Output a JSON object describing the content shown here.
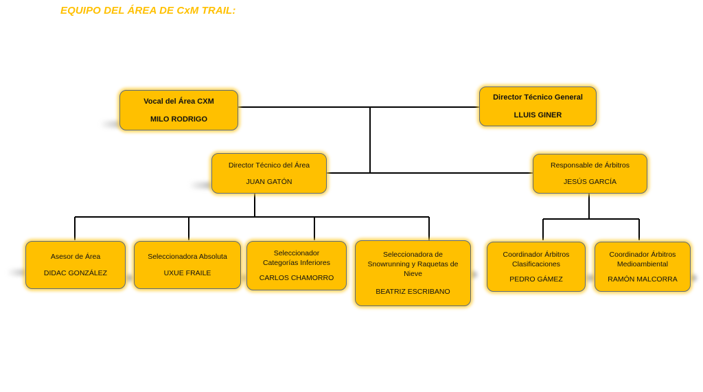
{
  "title": "EQUIPO DEL ÁREA DE CxM TRAIL:",
  "colors": {
    "title": "#ffc000",
    "node_fill": "#ffc000",
    "node_border": "#5a6a7f",
    "connector": "#000000"
  },
  "nodes": {
    "vocal": {
      "role": "Vocal del Área CXM",
      "name": "MILO RODRIGO"
    },
    "director_general": {
      "role": "Director Técnico General",
      "name": "LLUIS GINER"
    },
    "director_area": {
      "role": "Director Técnico del Área",
      "name": "JUAN GATÓN"
    },
    "responsable_arbitros": {
      "role": "Responsable de Árbitros",
      "name": "JESÚS GARCÍA"
    },
    "asesor": {
      "role": "Asesor de Área",
      "name": "DIDAC GONZÁLEZ"
    },
    "sel_absoluta": {
      "role": "Seleccionadora Absoluta",
      "name": "UXUE FRAILE"
    },
    "sel_inferiores": {
      "role": "Seleccionador Categorías Inferiores",
      "name": "CARLOS CHAMORRO"
    },
    "sel_snow": {
      "role": "Seleccionadora de Snowrunning y Raquetas de Nieve",
      "name": "BEATRIZ ESCRIBANO"
    },
    "coord_clasif": {
      "role": "Coordinador Árbitros Clasificaciones",
      "name": "PEDRO GÁMEZ"
    },
    "coord_medio": {
      "role": "Coordinador Árbitros Medioambiental",
      "name": "RAMÓN MALCORRA"
    }
  },
  "hierarchy": [
    {
      "from": "vocal",
      "to": "director_general"
    },
    {
      "from": "vocal",
      "to": "director_area"
    },
    {
      "from": "vocal",
      "to": "responsable_arbitros"
    },
    {
      "from": "director_area",
      "to": "asesor"
    },
    {
      "from": "director_area",
      "to": "sel_absoluta"
    },
    {
      "from": "director_area",
      "to": "sel_inferiores"
    },
    {
      "from": "director_area",
      "to": "sel_snow"
    },
    {
      "from": "responsable_arbitros",
      "to": "coord_clasif"
    },
    {
      "from": "responsable_arbitros",
      "to": "coord_medio"
    }
  ]
}
